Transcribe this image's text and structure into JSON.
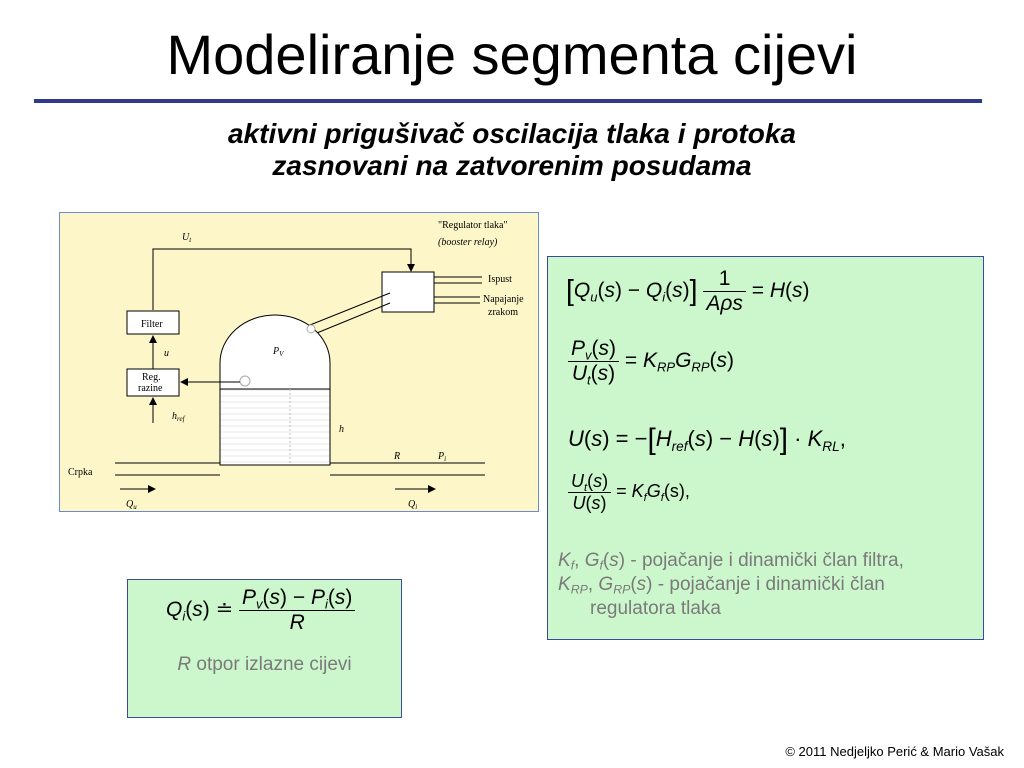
{
  "slide": {
    "title": "Modeliranje segmenta cijevi",
    "subtitle_line1": "aktivni prigušivač oscilacija tlaka i protoka",
    "subtitle_line2": "zasnovani na zatvorenim posudama",
    "copyright": "© 2011 Nedjeljko Perić & Mario Vašak"
  },
  "diagram": {
    "regulator_title": "\"Regulator tlaka\"",
    "regulator_subtitle": "(booster relay)",
    "ispust": "Ispust",
    "napajanje_1": "Napajanje",
    "napajanje_2": "zrakom",
    "filter": "Filter",
    "reg_1": "Reg.",
    "reg_2": "razine",
    "crpka": "Crpka",
    "u_t": "U",
    "u_t_sub": "t",
    "u": "u",
    "h_ref": "h",
    "h_ref_sub": "ref",
    "p_v": "P",
    "p_v_sub": "V",
    "h": "h",
    "r": "R",
    "p_i": "P",
    "p_i_sub": "i",
    "q_u": "Q",
    "q_u_sub": "u",
    "q_i": "Q",
    "q_i_sub": "i"
  },
  "equations": {
    "eq1_num": "1",
    "eq4_suffix": "(s),",
    "legend_line1_text": " - pojačanje i dinamički član filtra,",
    "legend_line2_text": " - pojačanje i dinamički član",
    "legend_line3": "regulatora tlaka"
  },
  "q_panel": {
    "r_symbol": "R",
    "r_note": " otpor izlazne cijevi"
  },
  "colors": {
    "rule": "#2e3a8c",
    "diagram_bg": "#fcf6c8",
    "panel_bg": "#ccf7cc",
    "note_text": "#7a7a7a"
  }
}
